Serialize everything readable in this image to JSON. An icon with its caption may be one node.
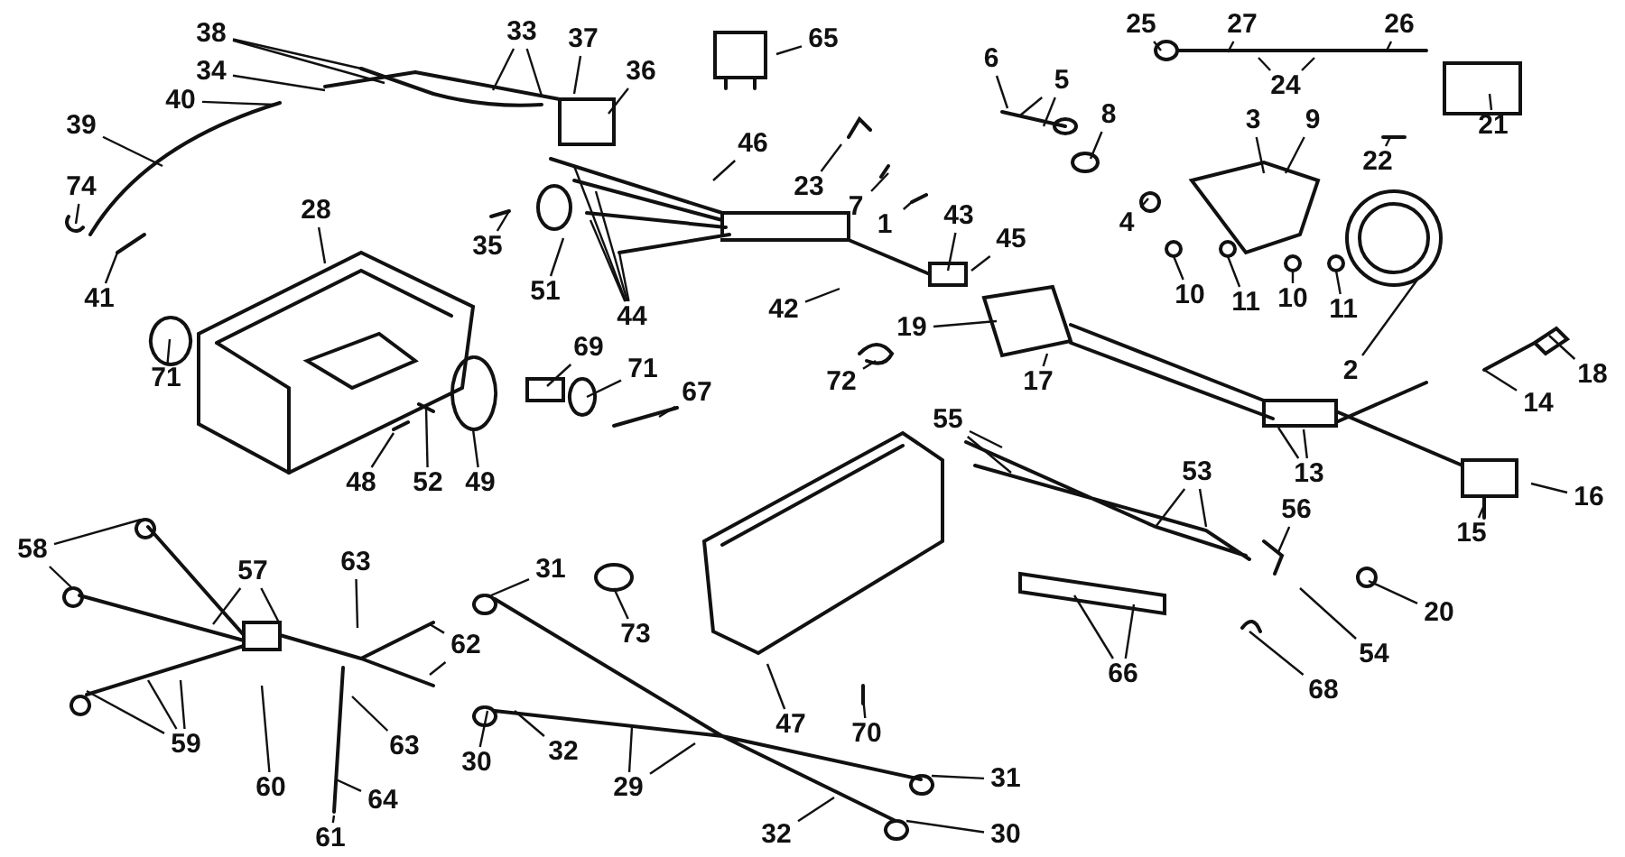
{
  "diagram": {
    "nodes": [
      {
        "text": [
          "38"
        ]
      },
      {
        "text": [
          "33"
        ]
      },
      {
        "text": [
          "37"
        ]
      },
      {
        "text": [
          "36"
        ]
      },
      {
        "text": [
          "34"
        ]
      },
      {
        "text": [
          "40"
        ]
      },
      {
        "text": [
          "39"
        ]
      },
      {
        "text": [
          "74"
        ]
      },
      {
        "text": [
          "41"
        ]
      },
      {
        "text": [
          "28"
        ]
      },
      {
        "text": [
          "71"
        ]
      },
      {
        "text": [
          "65"
        ]
      },
      {
        "text": [
          "6"
        ]
      },
      {
        "text": [
          "5"
        ]
      },
      {
        "text": [
          "8"
        ]
      },
      {
        "text": [
          "23"
        ]
      },
      {
        "text": [
          "7"
        ]
      },
      {
        "text": [
          "1"
        ]
      },
      {
        "text": [
          "46"
        ]
      },
      {
        "text": [
          "44"
        ]
      },
      {
        "text": [
          "35"
        ]
      },
      {
        "text": [
          "51"
        ]
      },
      {
        "text": [
          "42"
        ]
      },
      {
        "text": [
          "43"
        ]
      },
      {
        "text": [
          "45"
        ]
      },
      {
        "text": [
          "19"
        ]
      },
      {
        "text": [
          "72"
        ]
      },
      {
        "text": [
          "17"
        ]
      },
      {
        "text": [
          "25"
        ]
      },
      {
        "text": [
          "27"
        ]
      },
      {
        "text": [
          "24"
        ]
      },
      {
        "text": [
          "26"
        ]
      },
      {
        "text": [
          "21"
        ]
      },
      {
        "text": [
          "22"
        ]
      },
      {
        "text": [
          "3"
        ]
      },
      {
        "text": [
          "9"
        ]
      },
      {
        "text": [
          "4"
        ]
      },
      {
        "text": [
          "10"
        ]
      },
      {
        "text": [
          "11"
        ]
      },
      {
        "text": [
          "10"
        ]
      },
      {
        "text": [
          "11"
        ]
      },
      {
        "text": [
          "2"
        ]
      },
      {
        "text": [
          "18"
        ]
      },
      {
        "text": [
          "14"
        ]
      },
      {
        "text": [
          "13"
        ]
      },
      {
        "text": [
          "16"
        ]
      },
      {
        "text": [
          "15"
        ]
      },
      {
        "text": [
          "69"
        ]
      },
      {
        "text": [
          "71"
        ]
      },
      {
        "text": [
          "67"
        ]
      },
      {
        "text": [
          "49"
        ]
      },
      {
        "text": [
          "52"
        ]
      },
      {
        "text": [
          "48"
        ]
      },
      {
        "text": [
          "55"
        ]
      },
      {
        "text": [
          "53"
        ]
      },
      {
        "text": [
          "56"
        ]
      },
      {
        "text": [
          "20"
        ]
      },
      {
        "text": [
          "54"
        ]
      },
      {
        "text": [
          "66"
        ]
      },
      {
        "text": [
          "68"
        ]
      },
      {
        "text": [
          "73"
        ]
      },
      {
        "text": [
          "31"
        ]
      },
      {
        "text": [
          "30"
        ]
      },
      {
        "text": [
          "32"
        ]
      },
      {
        "text": [
          "29"
        ]
      },
      {
        "text": [
          "47"
        ]
      },
      {
        "text": [
          "70"
        ]
      },
      {
        "text": [
          "31"
        ]
      },
      {
        "text": [
          "32"
        ]
      },
      {
        "text": [
          "30"
        ]
      },
      {
        "text": [
          "58"
        ]
      },
      {
        "text": [
          "59"
        ]
      },
      {
        "text": [
          "57"
        ]
      },
      {
        "text": [
          "63"
        ]
      },
      {
        "text": [
          "62"
        ]
      },
      {
        "text": [
          "60"
        ]
      },
      {
        "text": [
          "63"
        ]
      },
      {
        "text": [
          "64"
        ]
      },
      {
        "text": [
          "61"
        ]
      }
    ],
    "edges": [
      {
        "from": 0,
        "to": null,
        "arrow": "none"
      },
      {
        "from": 0,
        "to": null,
        "arrow": "none"
      },
      {
        "from": 1,
        "to": null,
        "arrow": "none"
      },
      {
        "from": 1,
        "to": null,
        "arrow": "none"
      },
      {
        "from": 2,
        "to": null,
        "arrow": "none"
      },
      {
        "from": 3,
        "to": null,
        "arrow": "none"
      },
      {
        "from": 4,
        "to": null,
        "arrow": "none"
      },
      {
        "from": 5,
        "to": null,
        "arrow": "none"
      },
      {
        "from": 6,
        "to": null,
        "arrow": "none"
      },
      {
        "from": 7,
        "to": null,
        "arrow": "none"
      },
      {
        "from": 8,
        "to": null,
        "arrow": "none"
      },
      {
        "from": 9,
        "to": null,
        "arrow": "none"
      },
      {
        "from": 10,
        "to": null,
        "arrow": "none"
      },
      {
        "from": 11,
        "to": null,
        "arrow": "none"
      },
      {
        "from": 12,
        "to": null,
        "arrow": "none"
      },
      {
        "from": 13,
        "to": null,
        "arrow": "none"
      },
      {
        "from": 13,
        "to": null,
        "arrow": "none"
      },
      {
        "from": 14,
        "to": null,
        "arrow": "none"
      },
      {
        "from": 15,
        "to": null,
        "arrow": "none"
      },
      {
        "from": 16,
        "to": null,
        "arrow": "none"
      },
      {
        "from": 17,
        "to": null,
        "arrow": "none"
      },
      {
        "from": 18,
        "to": null,
        "arrow": "none"
      },
      {
        "from": 19,
        "to": null,
        "arrow": "none"
      },
      {
        "from": 19,
        "to": null,
        "arrow": "none"
      },
      {
        "from": 19,
        "to": null,
        "arrow": "none"
      },
      {
        "from": 19,
        "to": null,
        "arrow": "none"
      },
      {
        "from": 20,
        "to": null,
        "arrow": "none"
      },
      {
        "from": 21,
        "to": null,
        "arrow": "none"
      },
      {
        "from": 22,
        "to": null,
        "arrow": "none"
      },
      {
        "from": 23,
        "to": null,
        "arrow": "none"
      },
      {
        "from": 24,
        "to": null,
        "arrow": "none"
      },
      {
        "from": 25,
        "to": null,
        "arrow": "none"
      },
      {
        "from": 26,
        "to": null,
        "arrow": "none"
      },
      {
        "from": 27,
        "to": null,
        "arrow": "none"
      },
      {
        "from": 28,
        "to": null,
        "arrow": "none"
      },
      {
        "from": 29,
        "to": null,
        "arrow": "none"
      },
      {
        "from": 30,
        "to": null,
        "arrow": "none"
      },
      {
        "from": 30,
        "to": null,
        "arrow": "none"
      },
      {
        "from": 31,
        "to": null,
        "arrow": "none"
      },
      {
        "from": 32,
        "to": null,
        "arrow": "none"
      },
      {
        "from": 33,
        "to": null,
        "arrow": "none"
      },
      {
        "from": 34,
        "to": null,
        "arrow": "none"
      },
      {
        "from": 35,
        "to": null,
        "arrow": "none"
      },
      {
        "from": 36,
        "to": null,
        "arrow": "none"
      },
      {
        "from": 37,
        "to": null,
        "arrow": "none"
      },
      {
        "from": 38,
        "to": null,
        "arrow": "none"
      },
      {
        "from": 39,
        "to": null,
        "arrow": "none"
      },
      {
        "from": 40,
        "to": null,
        "arrow": "none"
      },
      {
        "from": 41,
        "to": null,
        "arrow": "none"
      },
      {
        "from": 42,
        "to": null,
        "arrow": "none"
      },
      {
        "from": 43,
        "to": null,
        "arrow": "none"
      },
      {
        "from": 44,
        "to": null,
        "arrow": "none"
      },
      {
        "from": 44,
        "to": null,
        "arrow": "none"
      },
      {
        "from": 45,
        "to": null,
        "arrow": "none"
      },
      {
        "from": 46,
        "to": null,
        "arrow": "none"
      },
      {
        "from": 47,
        "to": null,
        "arrow": "none"
      },
      {
        "from": 48,
        "to": null,
        "arrow": "none"
      },
      {
        "from": 49,
        "to": null,
        "arrow": "none"
      },
      {
        "from": 50,
        "to": null,
        "arrow": "none"
      },
      {
        "from": 51,
        "to": null,
        "arrow": "none"
      },
      {
        "from": 52,
        "to": null,
        "arrow": "none"
      },
      {
        "from": 53,
        "to": null,
        "arrow": "none"
      },
      {
        "from": 53,
        "to": null,
        "arrow": "none"
      },
      {
        "from": 54,
        "to": null,
        "arrow": "none"
      },
      {
        "from": 54,
        "to": null,
        "arrow": "none"
      },
      {
        "from": 55,
        "to": null,
        "arrow": "none"
      },
      {
        "from": 56,
        "to": null,
        "arrow": "none"
      },
      {
        "from": 57,
        "to": null,
        "arrow": "none"
      },
      {
        "from": 58,
        "to": null,
        "arrow": "none"
      },
      {
        "from": 58,
        "to": null,
        "arrow": "none"
      },
      {
        "from": 59,
        "to": null,
        "arrow": "none"
      },
      {
        "from": 60,
        "to": null,
        "arrow": "none"
      },
      {
        "from": 61,
        "to": null,
        "arrow": "none"
      },
      {
        "from": 62,
        "to": null,
        "arrow": "none"
      },
      {
        "from": 63,
        "to": null,
        "arrow": "none"
      },
      {
        "from": 64,
        "to": null,
        "arrow": "none"
      },
      {
        "from": 64,
        "to": null,
        "arrow": "none"
      },
      {
        "from": 65,
        "to": null,
        "arrow": "none"
      },
      {
        "from": 66,
        "to": null,
        "arrow": "none"
      },
      {
        "from": 67,
        "to": null,
        "arrow": "none"
      },
      {
        "from": 68,
        "to": null,
        "arrow": "none"
      },
      {
        "from": 69,
        "to": null,
        "arrow": "none"
      },
      {
        "from": 70,
        "to": null,
        "arrow": "none"
      },
      {
        "from": 70,
        "to": null,
        "arrow": "none"
      },
      {
        "from": 71,
        "to": null,
        "arrow": "none"
      },
      {
        "from": 71,
        "to": null,
        "arrow": "none"
      },
      {
        "from": 71,
        "to": null,
        "arrow": "none"
      },
      {
        "from": 72,
        "to": null,
        "arrow": "none"
      },
      {
        "from": 72,
        "to": null,
        "arrow": "none"
      },
      {
        "from": 73,
        "to": null,
        "arrow": "none"
      },
      {
        "from": 74,
        "to": null,
        "arrow": "none"
      },
      {
        "from": 74,
        "to": null,
        "arrow": "none"
      },
      {
        "from": 75,
        "to": null,
        "arrow": "none"
      },
      {
        "from": 76,
        "to": null,
        "arrow": "none"
      },
      {
        "from": 77,
        "to": null,
        "arrow": "none"
      },
      {
        "from": 78,
        "to": null,
        "arrow": "none"
      }
    ]
  }
}
